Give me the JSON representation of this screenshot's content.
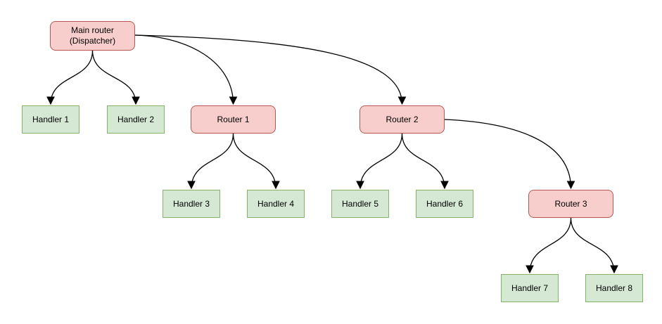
{
  "colors": {
    "router_fill": "#f8cecc",
    "router_border": "#b85450",
    "handler_fill": "#d5e8d4",
    "handler_border": "#82b366",
    "edge": "#000000",
    "background": "#ffffff"
  },
  "nodes": {
    "main_router": {
      "line1": "Main router",
      "line2": "(Dispatcher)",
      "type": "router"
    },
    "handler1": {
      "label": "Handler 1",
      "type": "handler"
    },
    "handler2": {
      "label": "Handler 2",
      "type": "handler"
    },
    "router1": {
      "label": "Router 1",
      "type": "router"
    },
    "router2": {
      "label": "Router 2",
      "type": "router"
    },
    "handler3": {
      "label": "Handler 3",
      "type": "handler"
    },
    "handler4": {
      "label": "Handler 4",
      "type": "handler"
    },
    "handler5": {
      "label": "Handler 5",
      "type": "handler"
    },
    "handler6": {
      "label": "Handler 6",
      "type": "handler"
    },
    "router3": {
      "label": "Router 3",
      "type": "router"
    },
    "handler7": {
      "label": "Handler 7",
      "type": "handler"
    },
    "handler8": {
      "label": "Handler 8",
      "type": "handler"
    }
  },
  "edges": [
    {
      "from": "main_router",
      "to": "handler1"
    },
    {
      "from": "main_router",
      "to": "handler2"
    },
    {
      "from": "main_router",
      "to": "router1"
    },
    {
      "from": "main_router",
      "to": "router2"
    },
    {
      "from": "router1",
      "to": "handler3"
    },
    {
      "from": "router1",
      "to": "handler4"
    },
    {
      "from": "router2",
      "to": "handler5"
    },
    {
      "from": "router2",
      "to": "handler6"
    },
    {
      "from": "router2",
      "to": "router3"
    },
    {
      "from": "router3",
      "to": "handler7"
    },
    {
      "from": "router3",
      "to": "handler8"
    }
  ]
}
